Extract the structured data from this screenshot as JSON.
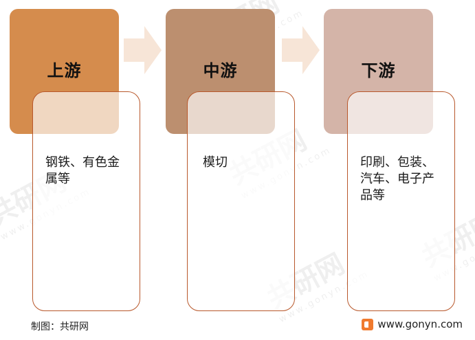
{
  "stages": [
    {
      "title": "上游",
      "detail": "钢铁、有色金属等",
      "color": "#d58c4d"
    },
    {
      "title": "中游",
      "detail": "模切",
      "color": "#bc8f6f"
    },
    {
      "title": "下游",
      "detail": "印刷、包装、汽车、电子产品等",
      "color": "#d4b4a8"
    }
  ],
  "footer": {
    "credit": "制图：共研网",
    "site": "www.gonyn.com"
  },
  "watermark": {
    "text": "共研网",
    "sub": "www.gonyn.com"
  },
  "colors": {
    "card_border": "#b8572a",
    "arrow": "#f7e5d7",
    "logo": "#f07a2e"
  }
}
